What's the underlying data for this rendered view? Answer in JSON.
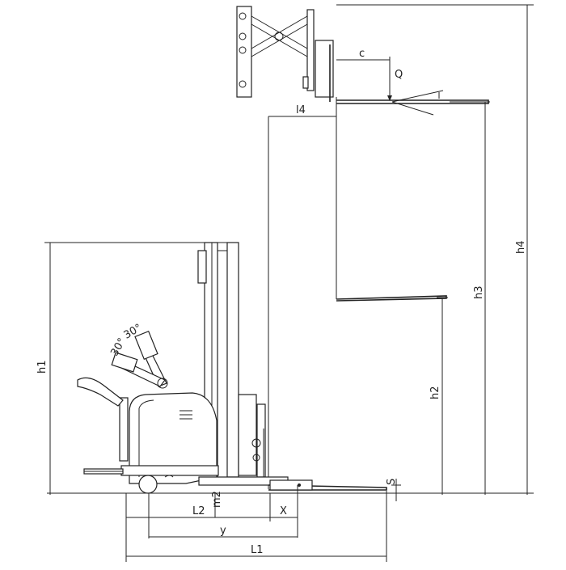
{
  "diagram": {
    "labels": {
      "c": "c",
      "Q": "Q",
      "l4": "l4",
      "h1": "h1",
      "h2": "h2",
      "h3": "h3",
      "h4": "h4",
      "S": "S",
      "L2": "L2",
      "m2": "m2",
      "X": "X",
      "y": "y",
      "L1": "L1",
      "angle_a": "30°",
      "angle_b": "30°"
    }
  }
}
